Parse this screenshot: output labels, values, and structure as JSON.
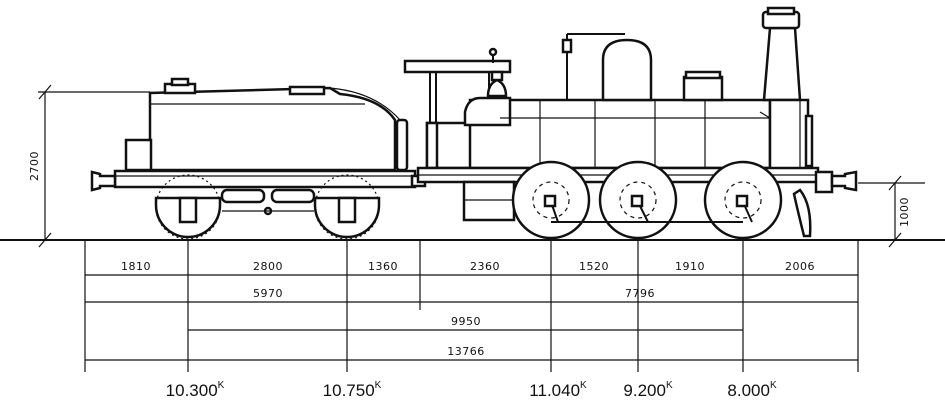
{
  "dimensions": {
    "height_overall": "2700",
    "buffer_height": "1000",
    "row1": [
      "1810",
      "2800",
      "1360",
      "2360",
      "1520",
      "1910",
      "2006"
    ],
    "row2": [
      "5970",
      "7796"
    ],
    "row3": "9950",
    "row4": "13766"
  },
  "axle_weights": [
    {
      "value": "10.300",
      "unit": "K"
    },
    {
      "value": "10.750",
      "unit": "K"
    },
    {
      "value": "11.040",
      "unit": "K"
    },
    {
      "value": "9.200",
      "unit": "K"
    },
    {
      "value": "8.000",
      "unit": "K"
    }
  ]
}
